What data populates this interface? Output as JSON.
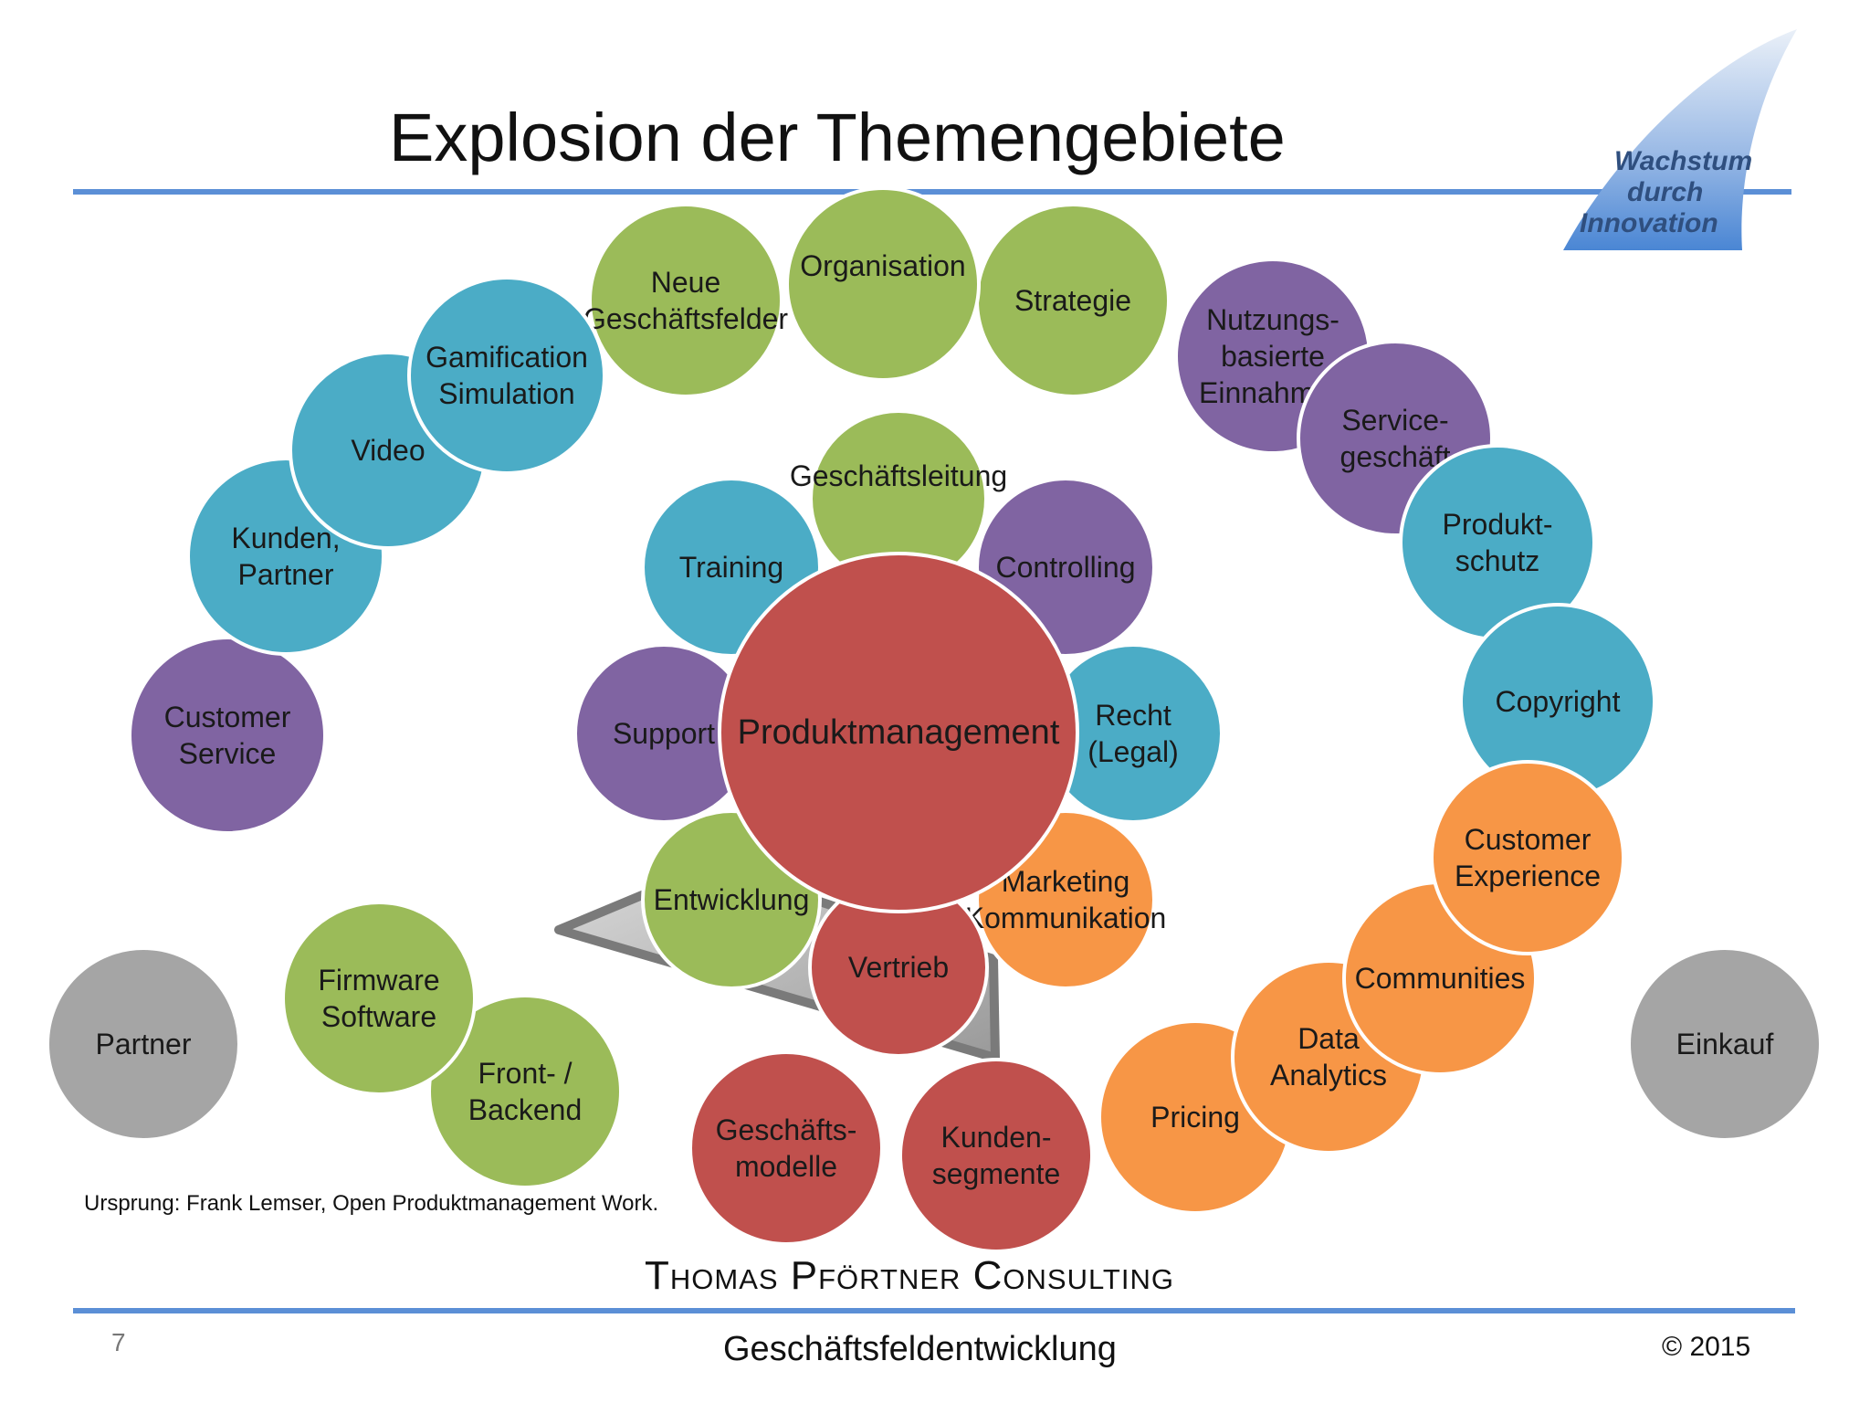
{
  "slide": {
    "title": "Explosion der Themengebiete",
    "logo_lines": [
      "Wachstum",
      "durch",
      "Innovation"
    ],
    "source_note": "Ursprung: Frank Lemser, Open Produktmanagement Work.",
    "company": "Thomas Pförtner Consulting",
    "page_number": "7",
    "footer_center": "Geschäftsfeldentwicklung",
    "copyright": "© 2015"
  },
  "colors": {
    "green": "#9bbb59",
    "blue": "#4bacc6",
    "purple": "#8064a2",
    "red": "#c0504d",
    "orange": "#f79646",
    "gray": "#a5a5a5",
    "rule": "#5b8fd6"
  },
  "nodes": {
    "produktmanagement": "Produktmanagement",
    "geschaeftsleitung": "Geschäftsleitung",
    "training": "Training",
    "controlling": "Controlling",
    "support": "Support",
    "recht": "Recht\n(Legal)",
    "entwicklung": "Entwicklung",
    "marketing": "Marketing\nKommunikation",
    "vertrieb": "Vertrieb",
    "neue_geschaeftsfelder": "Neue\nGeschäftsfelder",
    "organisation": "Organisation",
    "strategie": "Strategie",
    "gamification": "Gamification\nSimulation",
    "video": "Video",
    "kunden_partner": "Kunden,\nPartner",
    "customer_service": "Customer\nService",
    "nutzungsbasierte": "Nutzungs-\nbasierte\nEinnahmen",
    "servicegeschaeft": "Service-\ngeschäft",
    "produktschutz": "Produkt-\nschutz",
    "copyright": "Copyright",
    "customer_experience": "Customer\nExperience",
    "communities": "Communities",
    "data_analytics": "Data\nAnalytics",
    "pricing": "Pricing",
    "firmware": "Firmware\nSoftware",
    "frontend": "Front- /\nBackend",
    "geschaeftsmodelle": "Geschäfts-\nmodelle",
    "kundensegmente": "Kunden-\nsegmente",
    "partner": "Partner",
    "einkauf": "Einkauf"
  }
}
